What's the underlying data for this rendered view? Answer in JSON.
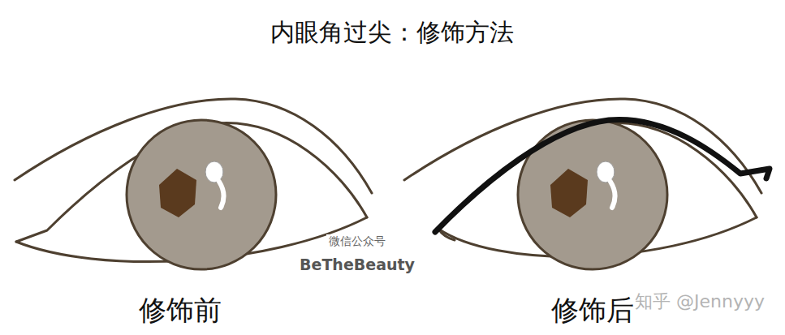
{
  "diagram": {
    "title": "内眼角过尖：修饰方法",
    "labels": [
      "微信公众号",
      "BeTheBeauty",
      "修饰前",
      "修饰后",
      "知乎 @Jennyyy"
    ]
  }
}
